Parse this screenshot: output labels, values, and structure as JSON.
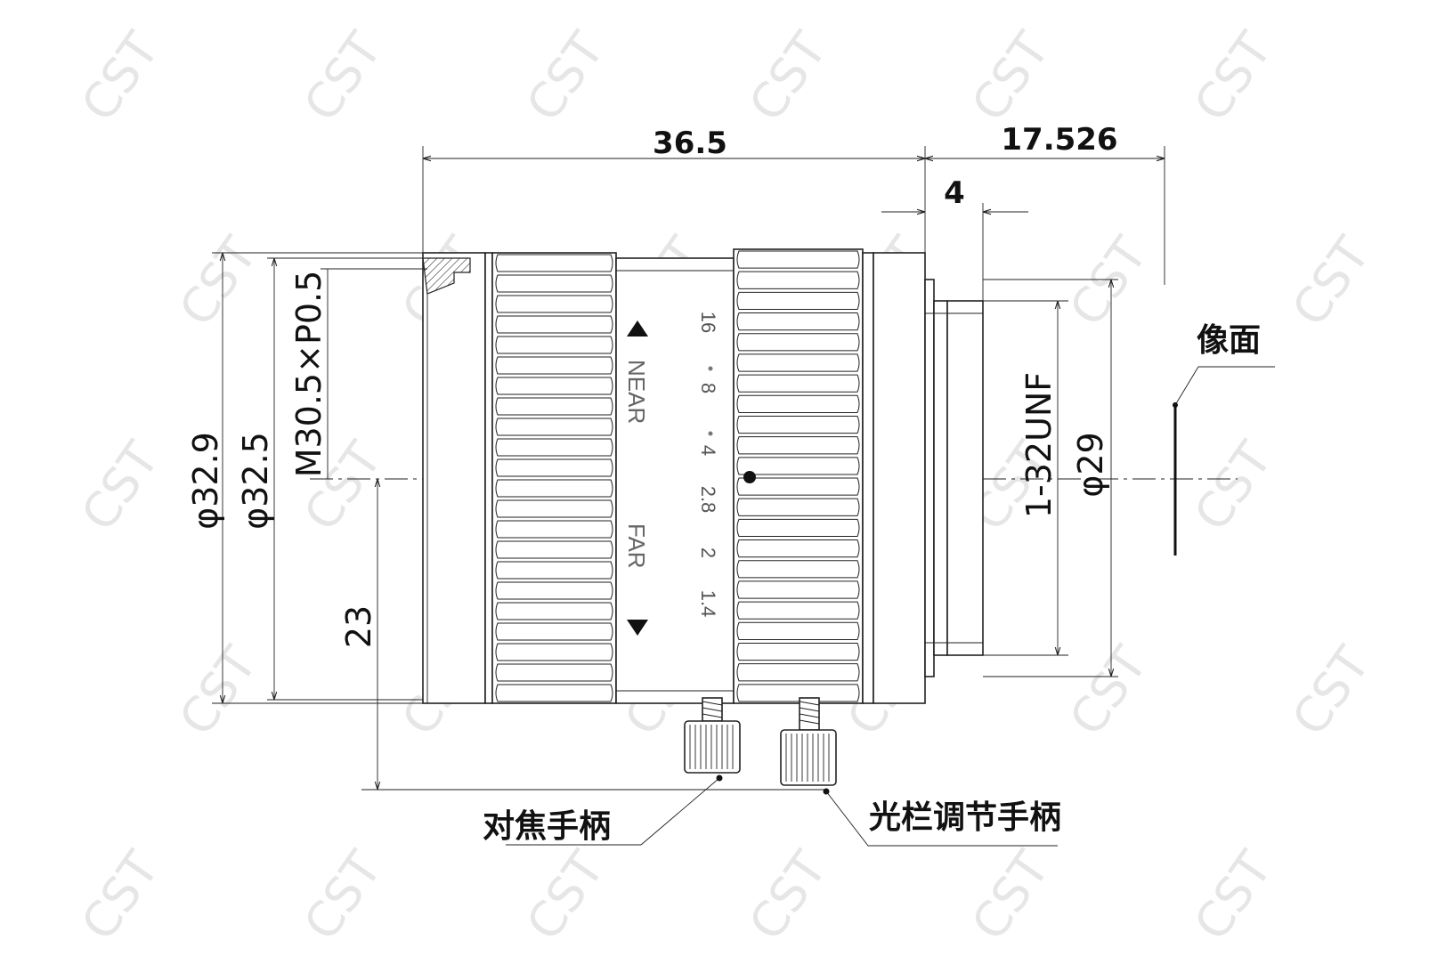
{
  "dimensions": {
    "lens_length": "36.5",
    "flange_back": "17.526",
    "mount_depth": "4",
    "outer_diameter": "φ32.9",
    "barrel_diameter": "φ32.5",
    "filter_thread": "M30.5×P0.5",
    "mount_thread": "1-32UNF",
    "mount_diameter": "φ29",
    "center_height": "23"
  },
  "focus_ring": {
    "near": "NEAR",
    "far": "FAR"
  },
  "aperture_scale": [
    "16",
    "8",
    "4",
    "2.8",
    "2",
    "1.4"
  ],
  "labels": {
    "image_plane": "像面",
    "focus_handle": "对焦手柄",
    "iris_handle": "光栏调节手柄"
  },
  "watermark": "CST"
}
